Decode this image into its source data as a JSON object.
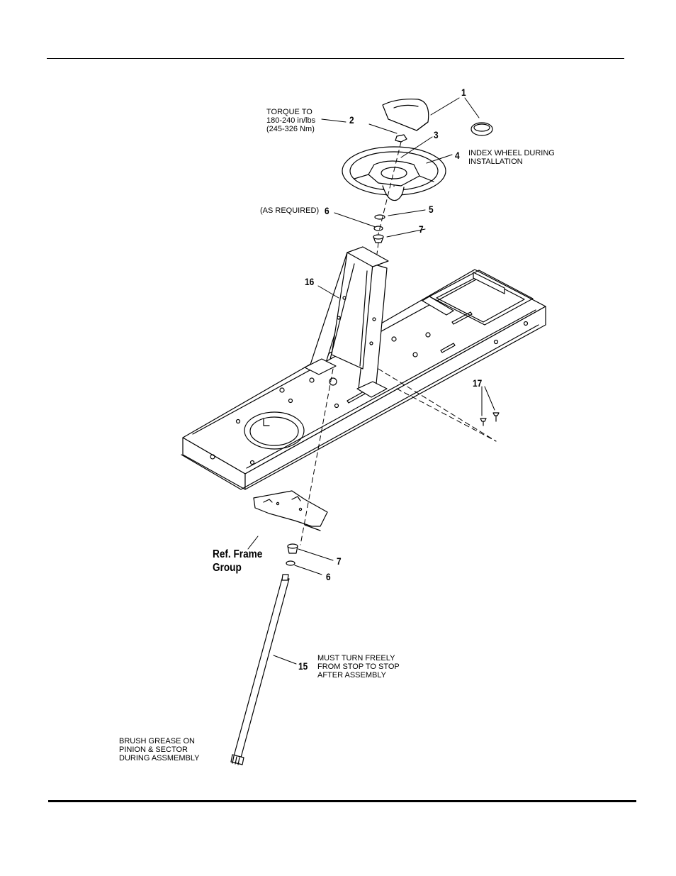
{
  "callouts": {
    "n1": "1",
    "n2": "2",
    "n3": "3",
    "n4": "4",
    "n5": "5",
    "n6a": "6",
    "n7a": "7",
    "n16": "16",
    "n17": "17",
    "n7b": "7",
    "n6b": "6",
    "n15": "15"
  },
  "notes": {
    "torque": "TORQUE TO\n180-240 in/lbs\n(245-326 Nm)",
    "index_wheel": "INDEX WHEEL DURING\nINSTALLATION",
    "as_required": "(AS REQUIRED)",
    "turn_freely": "MUST TURN FREELY\nFROM STOP TO STOP\nAFTER ASSEMBLY",
    "brush_grease": "BRUSH GREASE ON\nPINION & SECTOR\nDURING ASSMEMBLY",
    "ref_frame": "Ref. Frame\nGroup"
  }
}
